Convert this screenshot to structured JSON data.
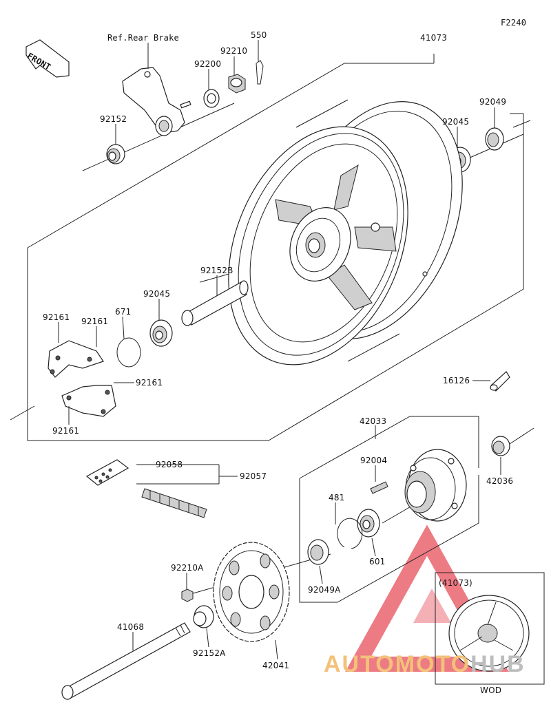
{
  "figure_code": "F2240",
  "front_label": "FRONT",
  "ref_note": "Ref.Rear Brake",
  "inset": {
    "ref": "(41073)",
    "caption": "WOD"
  },
  "watermark": {
    "part1": "AUTOMOTO",
    "part2": "HUB"
  },
  "parts": {
    "p41073": "41073",
    "p550": "550",
    "p92210": "92210",
    "p92200": "92200",
    "p92152": "92152",
    "p92049": "92049",
    "p92045_top": "92045",
    "p92152B": "92152B",
    "p92045_mid": "92045",
    "p671": "671",
    "p92161_a": "92161",
    "p92161_b": "92161",
    "p92161_c": "92161",
    "p92161_d": "92161",
    "p16126": "16126",
    "p42033": "42033",
    "p92004": "92004",
    "p42036": "42036",
    "p92058": "92058",
    "p92057": "92057",
    "p481": "481",
    "p601": "601",
    "p92049A": "92049A",
    "p92210A": "92210A",
    "p41068": "41068",
    "p92152A": "92152A",
    "p42041": "42041"
  },
  "colors": {
    "line": "#222222",
    "watermark_red": "#e8505b",
    "watermark_orange": "#f3c17a",
    "watermark_grey": "#bdbdbd"
  }
}
